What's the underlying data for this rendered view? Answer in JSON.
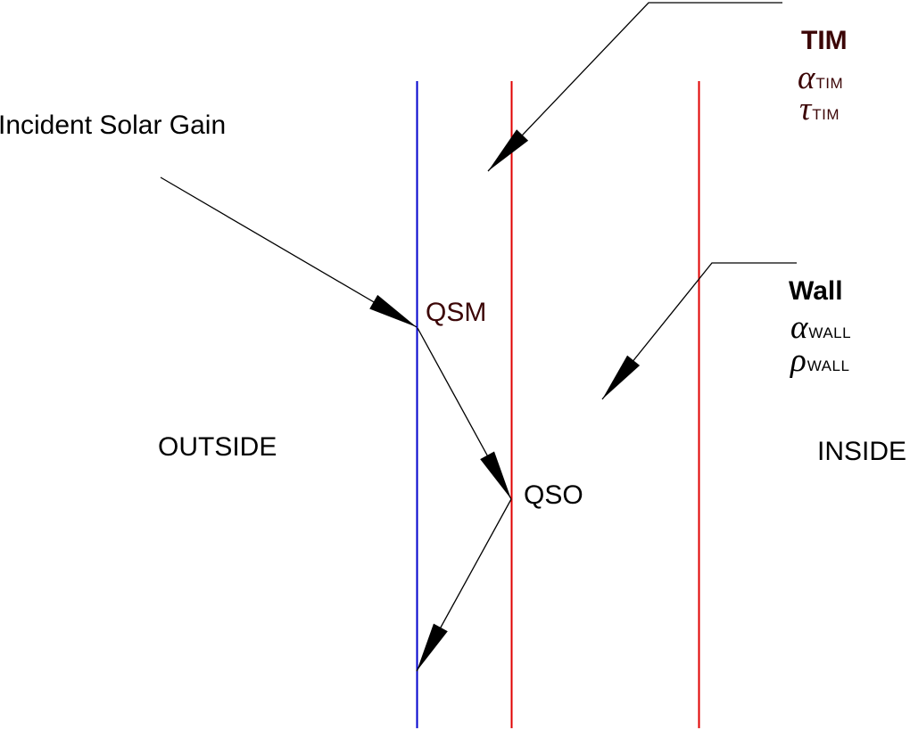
{
  "diagram": {
    "labels": {
      "incident_solar_gain": "Incident Solar Gain",
      "outside": "OUTSIDE",
      "inside": "INSIDE",
      "qsm": "QSM",
      "qso": "QSO"
    },
    "tim_legend": {
      "title": "TIM",
      "rows": [
        {
          "symbol": "α",
          "sub": "TIM"
        },
        {
          "symbol": "τ",
          "sub": "TIM"
        }
      ]
    },
    "wall_legend": {
      "title": "Wall",
      "rows": [
        {
          "symbol": "α",
          "sub": "WALL"
        },
        {
          "symbol": "ρ",
          "sub": "WALL"
        }
      ]
    },
    "colors": {
      "maroon_text": "#3C0607",
      "black_text": "#000000",
      "glazing_line_blue": "#0000CD",
      "layer_line_red": "#E00000",
      "arrow_black": "#000000",
      "background": "#FFFFFF"
    }
  }
}
